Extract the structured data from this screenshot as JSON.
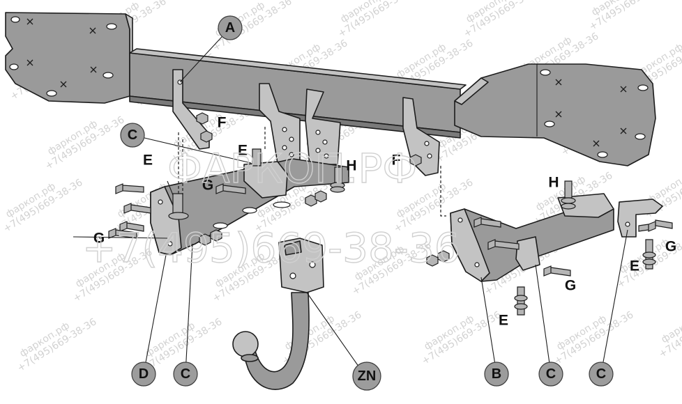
{
  "watermark": {
    "site": "фаркоп.рф",
    "phone": "+7(495)669-38-36",
    "big_site": "ФАРКОП.РФ",
    "big_phone": "+7(495)669-38-36"
  },
  "labels": {
    "A": "A",
    "B": "B",
    "C": "C",
    "D": "D",
    "ZN": "ZN",
    "E": "E",
    "F": "F",
    "G": "G",
    "H": "H"
  }
}
